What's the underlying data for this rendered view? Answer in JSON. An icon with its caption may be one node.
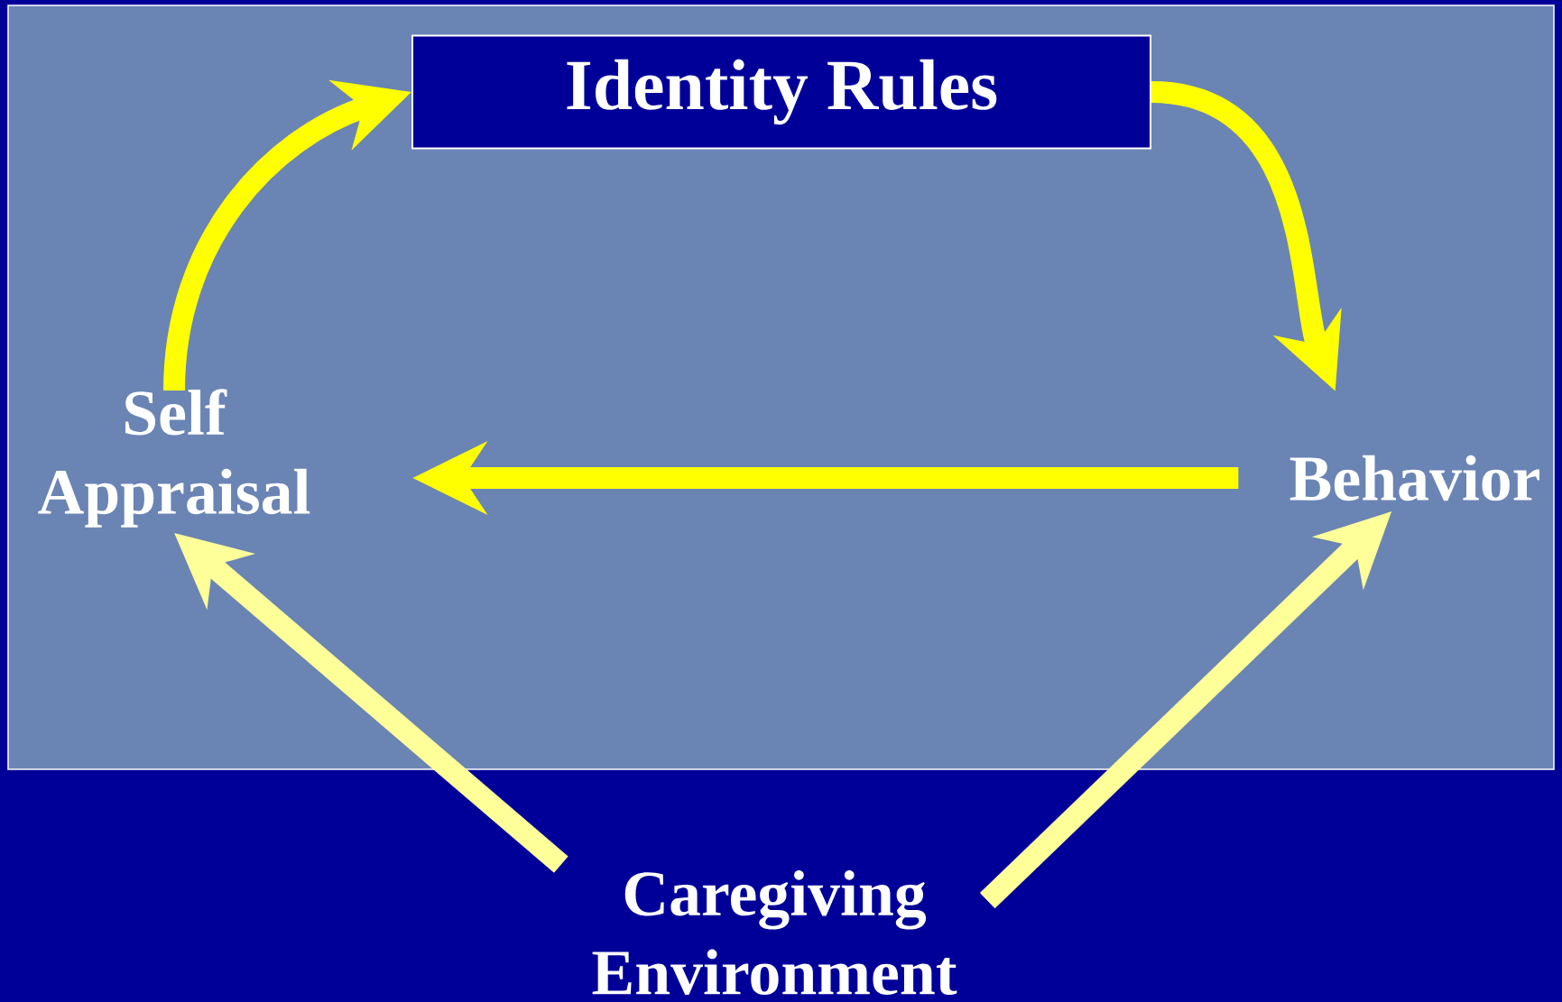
{
  "diagram": {
    "nodes": [
      {
        "text": [
          "Self Appraisal"
        ]
      },
      {
        "text": [
          "Identity Rules"
        ]
      },
      {
        "text": [
          "Behavior"
        ]
      },
      {
        "text": [
          "Caregiving Environment"
        ]
      }
    ],
    "edges": [
      {
        "from": 0,
        "to": 1,
        "arrow": "to"
      },
      {
        "from": 1,
        "to": 2,
        "arrow": "to"
      },
      {
        "from": 2,
        "to": 0,
        "arrow": "to"
      },
      {
        "from": 3,
        "to": 0,
        "arrow": "to",
        "color": "#ffff99"
      },
      {
        "from": 3,
        "to": 2,
        "arrow": "to",
        "color": "#ffff99"
      }
    ]
  }
}
